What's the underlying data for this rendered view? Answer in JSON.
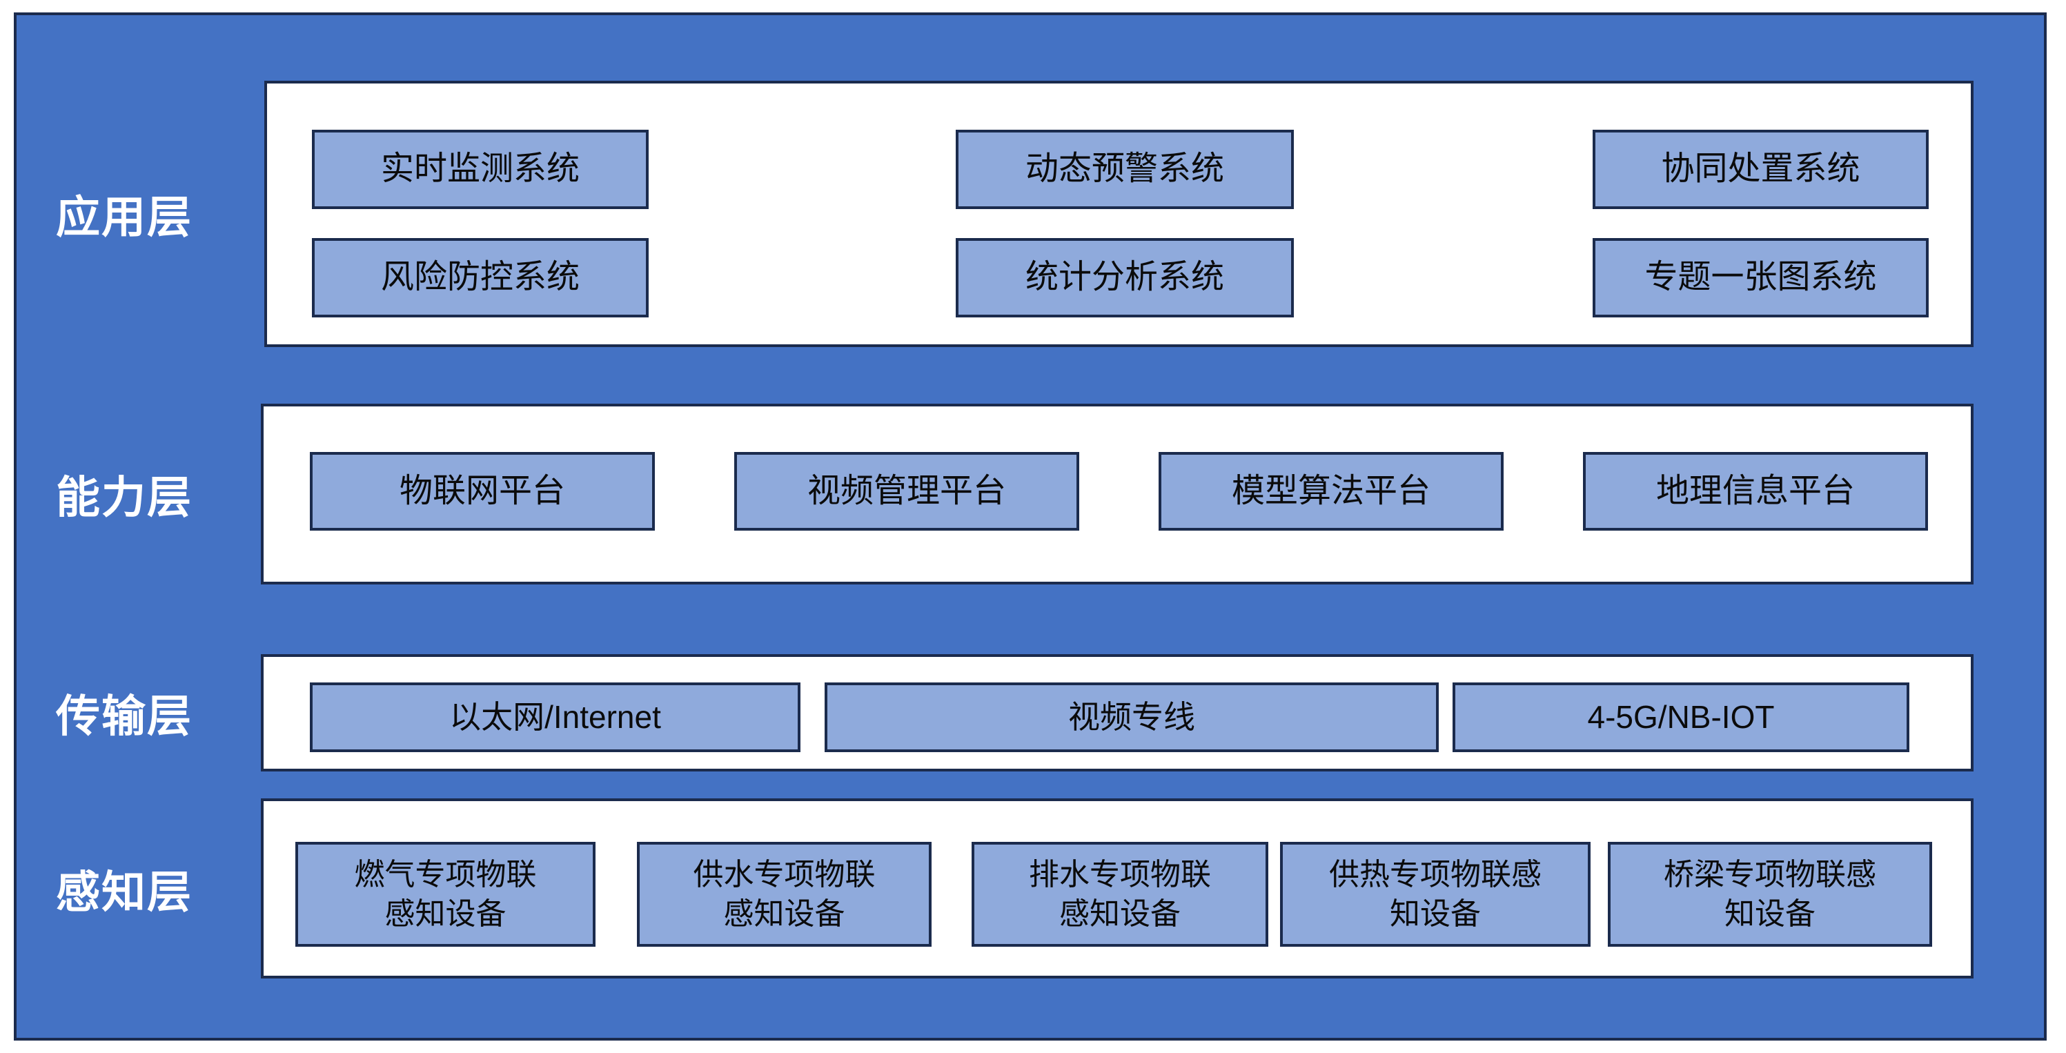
{
  "colors": {
    "bg": "#4472c4",
    "panel": "#ffffff",
    "box": "#8faadc",
    "ink": "#1b2b4d",
    "text": "#0b0b0b",
    "label": "#ffffff"
  },
  "layers": [
    {
      "id": "application",
      "label": "应用层",
      "items": [
        "实时监测系统",
        "动态预警系统",
        "协同处置系统",
        "风险防控系统",
        "统计分析系统",
        "专题一张图系统"
      ]
    },
    {
      "id": "capability",
      "label": "能力层",
      "items": [
        "物联网平台",
        "视频管理平台",
        "模型算法平台",
        "地理信息平台"
      ]
    },
    {
      "id": "transport",
      "label": "传输层",
      "items": [
        "以太网/Internet",
        "视频专线",
        "4-5G/NB-IOT"
      ]
    },
    {
      "id": "perception",
      "label": "感知层",
      "items": [
        "燃气专项物联\n感知设备",
        "供水专项物联\n感知设备",
        "排水专项物联\n感知设备",
        "供热专项物联感\n知设备",
        "桥梁专项物联感\n知设备"
      ]
    }
  ]
}
